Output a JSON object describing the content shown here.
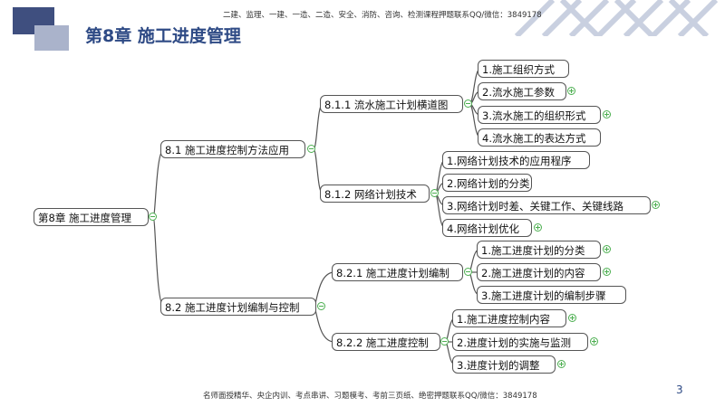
{
  "header": {
    "note": "二建、监理、一建、一造、二造、安全、消防、咨询、检测课程押题联系QQ/微信：3849178"
  },
  "title": "第8章  施工进度管理",
  "footer": {
    "note": "名师面授精华、央企内训、考点串讲、习题模考、考前三页纸、绝密押题联系QQ/微信：3849178"
  },
  "page_number": "3",
  "mindmap": {
    "root": "第8章 施工进度管理",
    "l1": [
      "8.1 施工进度控制方法应用",
      "8.2 施工进度计划编制与控制"
    ],
    "l2": [
      "8.1.1 流水施工计划横道图",
      "8.1.2 网络计划技术",
      "8.2.1 施工进度计划编制",
      "8.2.2 施工进度控制"
    ],
    "l3_group1": [
      "1.施工组织方式",
      "2.流水施工参数",
      "3.流水施工的组织形式",
      "4.流水施工的表达方式"
    ],
    "l3_group2": [
      "1.网络计划技术的应用程序",
      "2.网络计划的分类",
      "3.网络计划时差、关键工作、关键线路",
      "4.网络计划优化"
    ],
    "l3_group3": [
      "1.施工进度计划的分类",
      "2.施工进度计划的内容",
      "3.施工进度计划的编制步骤"
    ],
    "l3_group4": [
      "1.施工进度控制内容",
      "2.进度计划的实施与监测",
      "3.进度计划的调整"
    ]
  }
}
